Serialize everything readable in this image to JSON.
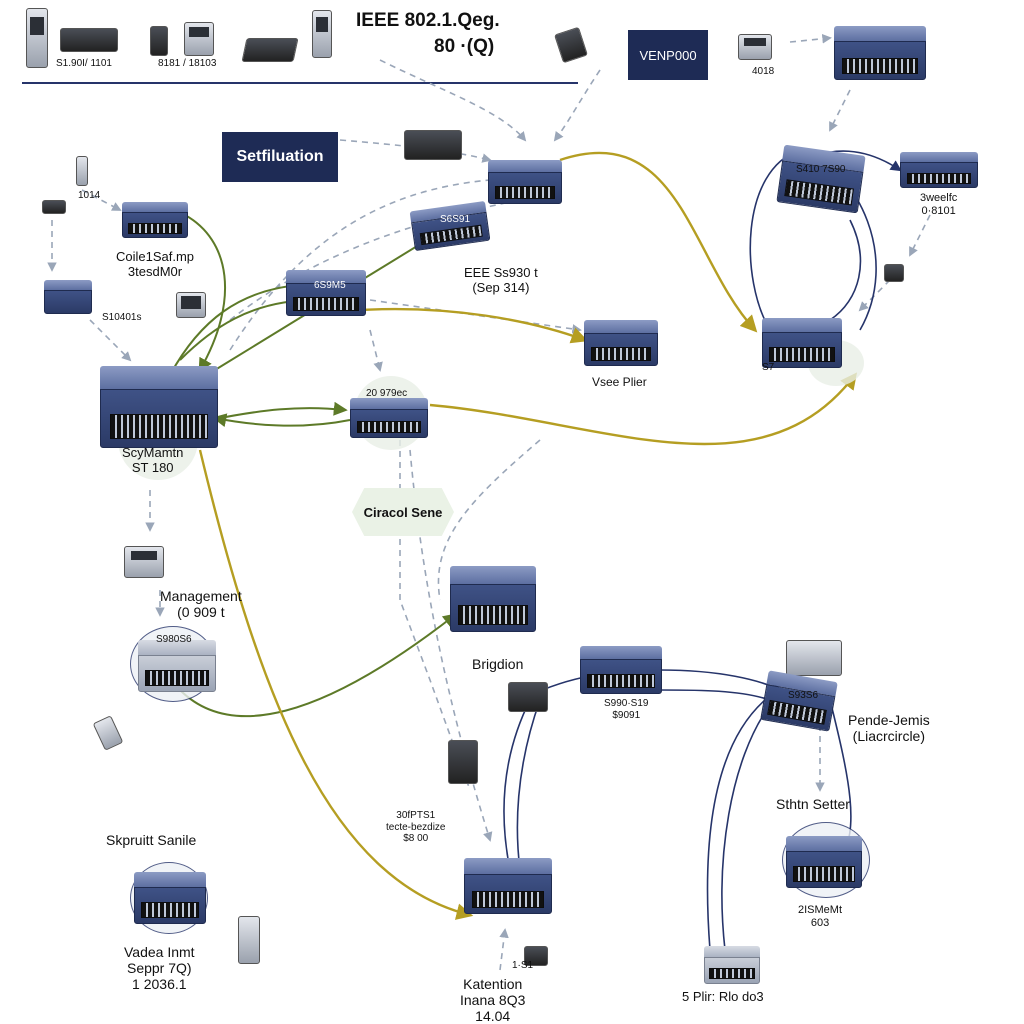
{
  "title": {
    "line1": "IEEE 802.1.Qeg.",
    "line2": "80 ·(Q)"
  },
  "top_devices_labels": {
    "left": "S1.90I/ 1101",
    "mid": "8181 / 18103",
    "wall": "4018"
  },
  "boxes": {
    "vendor": "VENP000",
    "setfiliation": "Setfiluation"
  },
  "labels": {
    "small_top_left": "1014",
    "core_group": "Coile1Saf.mp\n3tesdM0r",
    "rack_side": "S10401s",
    "main_switch": "ScyMamtn\nST 180",
    "switch_center_top": "6S9M5",
    "switch_center_upper": "S6S91",
    "ieee_sep": "EEE Ss930 t\n(Sep 314)",
    "vsee_plier": "Vsee Plier",
    "switch_center_mid": "20 979ec",
    "hex_center": "Ciracol Sene",
    "right_top_switch": "S410 7S90",
    "right_top_label": "3weelfc\n0·8101",
    "right_hub": "S7",
    "management": "Management\n(0 909 t",
    "mgmt_switch": "S980S6",
    "brigdion": "Brigdion",
    "middle_switch_label": "S990·S19\n$9091",
    "pende_jemis": "Pende-Jemis\n(Liacrcircle)",
    "right_mid_switch": "S93S6",
    "sthtn_setter": "Sthtn Setter",
    "left_mid_device": "30fPTS1\ntecte-bezdize\n$8 00",
    "skpruitt": "Skpruitt Sanile",
    "vadea": "Vadea Inmt\nSeppr 7Q)\n1 2036.1",
    "katention": "Katention\nInana 8Q3\n14.04",
    "bottom_num": "1·S1",
    "right_bottom_switch": "2ISMeMt\n603",
    "five_plir": "5 Plir: Rlo do3"
  },
  "colors": {
    "navy": "#1e2b55",
    "link_green": "#5d7a28",
    "link_yellow": "#b59e22",
    "link_navy": "#26346a",
    "dashed": "#9aa6b8"
  }
}
